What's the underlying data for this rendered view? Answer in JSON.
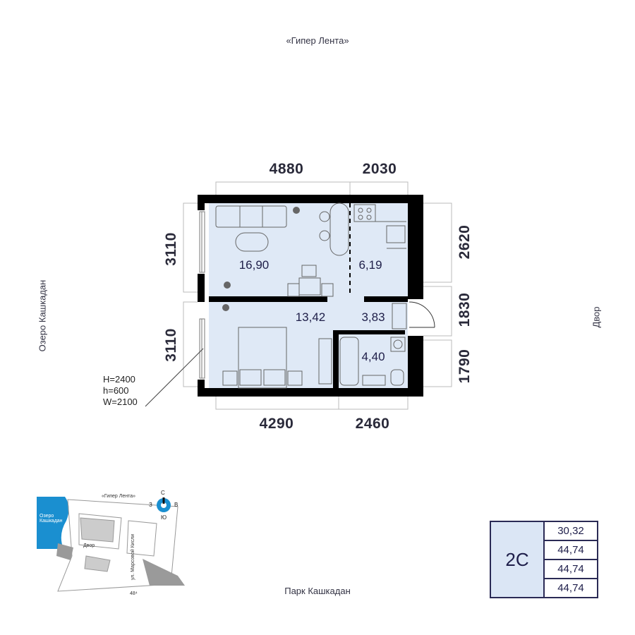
{
  "surroundings": {
    "top": "«Гипер Лента»",
    "left": "Озеро Кашкадан",
    "right": "Двор",
    "bottom": "Парк Кашкадан"
  },
  "dimensions": {
    "top_left": "4880",
    "top_right": "2030",
    "bottom_left": "4290",
    "bottom_right": "2460",
    "left_top": "3110",
    "left_bottom": "3110",
    "right_top": "2620",
    "right_middle": "1830",
    "right_bottom": "1790"
  },
  "rooms": {
    "living": "16,90",
    "kitchen": "6,19",
    "bedroom": "13,42",
    "hall": "3,83",
    "bathroom": "4,40"
  },
  "window_note": {
    "line1": "H=2400",
    "line2": "h=600",
    "line3": "W=2100"
  },
  "info": {
    "type": "2С",
    "values": [
      "30,32",
      "44,74",
      "44,74",
      "44,74"
    ]
  },
  "site_map": {
    "top_label": "«Гипер Лента»",
    "lake_label_1": "Озеро",
    "lake_label_2": "Кашкадан",
    "yard_label": "Двор",
    "street_label": "ул. Марсовой Кисли",
    "number_label": "48⁴",
    "compass": {
      "n": "С",
      "s": "Ю",
      "w": "З",
      "e": "В"
    }
  },
  "colors": {
    "wall": "#000000",
    "floor": "#dfe9f6",
    "accent": "#1a8fd0",
    "ink": "#2a2a55"
  }
}
